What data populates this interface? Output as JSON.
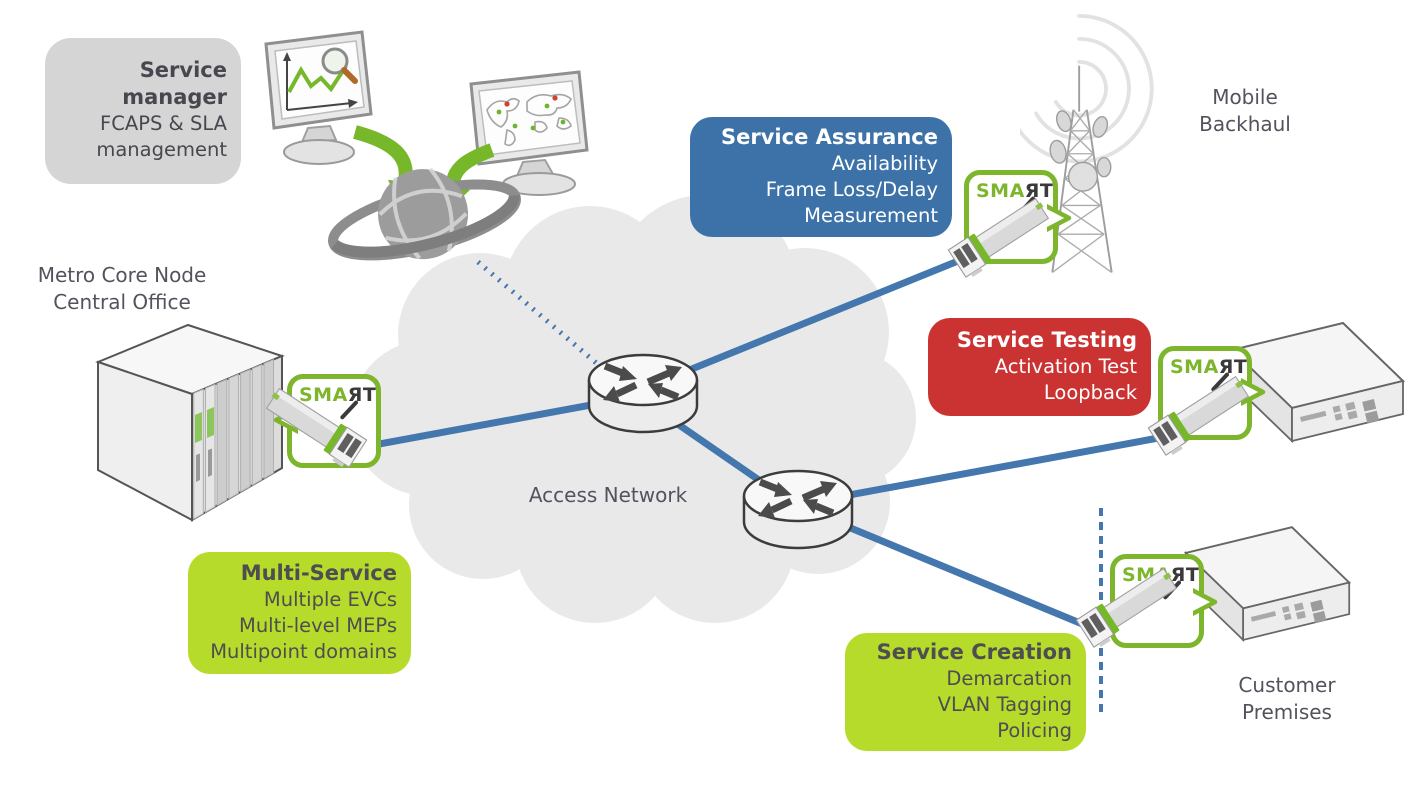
{
  "colors": {
    "accent_blue": "#3d72a8",
    "accent_red": "#cb3333",
    "accent_green": "#b7db2a",
    "box_gray": "#d5d5d5",
    "link_blue": "#4377ad",
    "logo_green": "#7db52d",
    "text_dark": "#4d4d52",
    "label_gray": "#53535e"
  },
  "logo": {
    "prefix": "SMA",
    "suffix": "ЯT"
  },
  "callouts": {
    "service_manager": {
      "title": [
        "Service",
        "manager"
      ],
      "lines": [
        "FCAPS & SLA",
        "management"
      ]
    },
    "service_assurance": {
      "title": "Service Assurance",
      "lines": [
        "Availability",
        "Frame Loss/Delay",
        "Measurement"
      ]
    },
    "service_testing": {
      "title": "Service Testing",
      "lines": [
        "Activation Test",
        "Loopback"
      ]
    },
    "multi_service": {
      "title": "Multi-Service",
      "lines": [
        "Multiple EVCs",
        "Multi-level MEPs",
        "Multipoint domains"
      ]
    },
    "service_creation": {
      "title": "Service Creation",
      "lines": [
        "Demarcation",
        "VLAN Tagging",
        "Policing"
      ]
    }
  },
  "labels": {
    "metro_core": [
      "Metro Core Node",
      "Central Office"
    ],
    "access_network": "Access Network",
    "mobile_backhaul": [
      "Mobile",
      "Backhaul"
    ],
    "customer_premises": [
      "Customer",
      "Premises"
    ]
  },
  "icons": [
    "monitor-chart-icon",
    "monitor-map-icon",
    "globe-icon",
    "green-arrow-icon",
    "chassis-icon",
    "router-icon",
    "cloud-shape",
    "radio-tower-icon",
    "switch-icon",
    "sfp-device-icon",
    "speech-bubble-icon"
  ]
}
